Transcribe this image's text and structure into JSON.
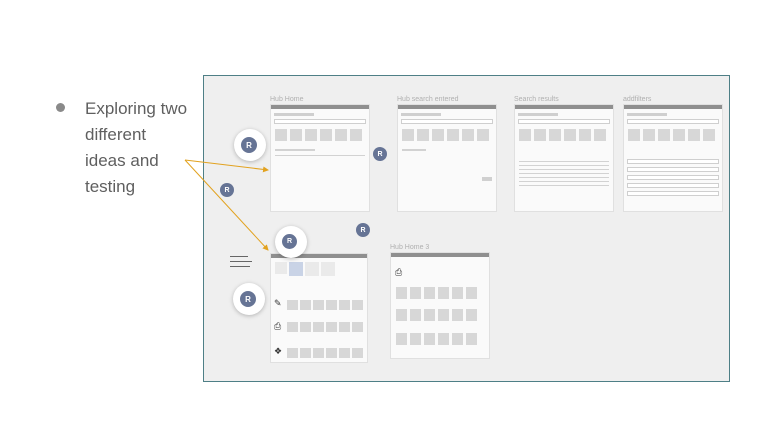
{
  "slide": {
    "bullet_lines": [
      "Exploring two",
      "different",
      "ideas and",
      "testing"
    ]
  },
  "boards": {
    "hub_home": "Hub Home",
    "hub_search_entered": "Hub search entered",
    "search_results": "Search results",
    "add_filters": "addfilters",
    "hub_home_3": "Hub Home 3"
  },
  "avatar_letter": "R",
  "colors": {
    "canvas_border": "#4e7f86",
    "avatar": "#667495",
    "arrow": "#e2a21f",
    "text": "#5f5f5f"
  }
}
